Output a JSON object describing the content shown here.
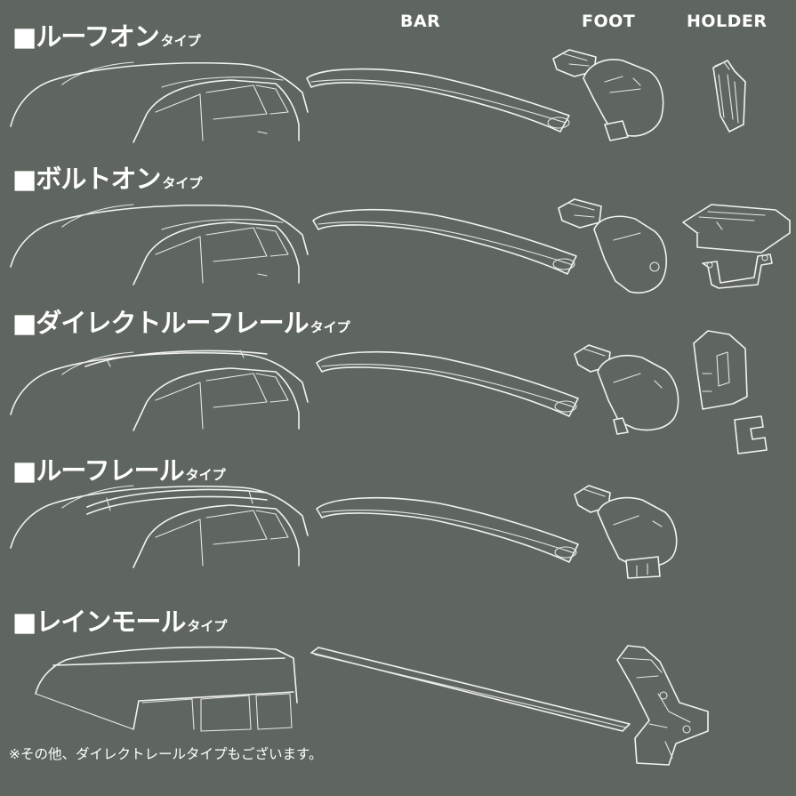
{
  "headers": {
    "bar": "BAR",
    "foot": "FOOT",
    "holder": "HOLDER"
  },
  "rows": [
    {
      "main": "■ルーフオン",
      "sub": "タイプ"
    },
    {
      "main": "■ボルトオン",
      "sub": "タイプ"
    },
    {
      "main": "■ダイレクトルーフレール",
      "sub": "タイプ"
    },
    {
      "main": "■ルーフレール",
      "sub": "タイプ"
    },
    {
      "main": "■レインモール",
      "sub": "タイプ"
    }
  ],
  "footnote": "※その他、ダイレクトレールタイプもございます。",
  "colors": {
    "background": "#5f6660",
    "line": "#f2f2f2",
    "text": "#ffffff"
  }
}
